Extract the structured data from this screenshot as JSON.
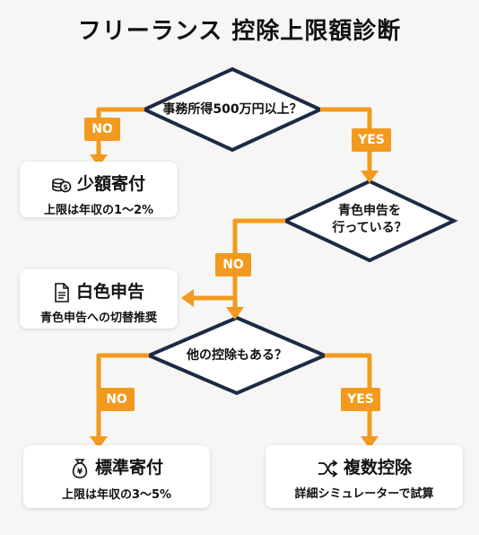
{
  "title": "フリーランス 控除上限額診断",
  "q1": "事務所得500万円以上？",
  "q2_line1": "青色申告を",
  "q2_line2": "行っている？",
  "q3": "他の控除もある？",
  "labels": {
    "no1": "NO",
    "yes1": "YES",
    "no2": "NO",
    "no3": "NO",
    "yes3": "YES"
  },
  "cards": {
    "small": {
      "icon": "coins-icon",
      "title": "少額寄付",
      "sub": "上限は年収の1〜2%"
    },
    "white": {
      "icon": "document-icon",
      "title": "白色申告",
      "sub": "青色申告への切替推奨"
    },
    "standard": {
      "icon": "money-bag-icon",
      "title": "標準寄付",
      "sub": "上限は年収の3〜5%"
    },
    "multi": {
      "icon": "shuffle-icon",
      "title": "複数控除",
      "sub": "詳細シミュレーターで試算"
    }
  },
  "colors": {
    "accent": "#f29a1e",
    "outline": "#1d2a44",
    "text": "#111111"
  }
}
